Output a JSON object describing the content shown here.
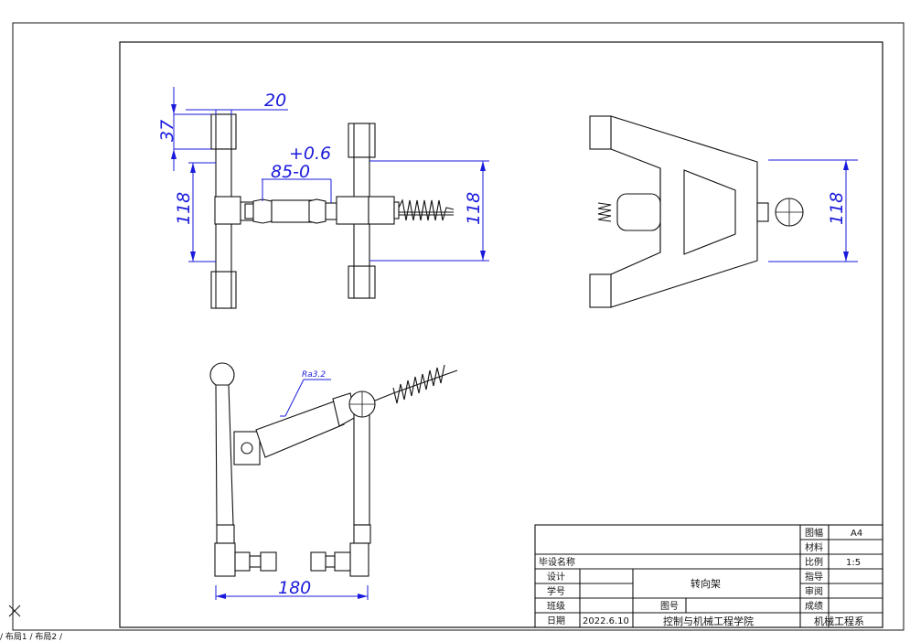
{
  "dimensions": {
    "d20": "20",
    "d37": "37",
    "d118_left": "118",
    "tol": "+0.6",
    "d85": "85-0",
    "d118_mid": "118",
    "d118_right": "118",
    "d180": "180"
  },
  "roughness": "Ra3.2",
  "title_block": {
    "frame_label": "图幅",
    "frame_value": "A4",
    "material_label": "材料",
    "material_value": "",
    "scale_label": "比例",
    "scale_value": "1:5",
    "design_name_label": "毕设名称",
    "designer_label": "设计",
    "student_no_label": "学号",
    "class_label": "班级",
    "date_label": "日期",
    "date_value": "2022.6.10",
    "part_name": "转向架",
    "drawing_no_label": "图号",
    "supervisor_label": "指导",
    "review_label": "审阅",
    "grade_label": "成绩",
    "school": "控制与机械工程学院",
    "department": "机械工程系"
  },
  "status_text": "/ 布局1 / 布局2 /"
}
